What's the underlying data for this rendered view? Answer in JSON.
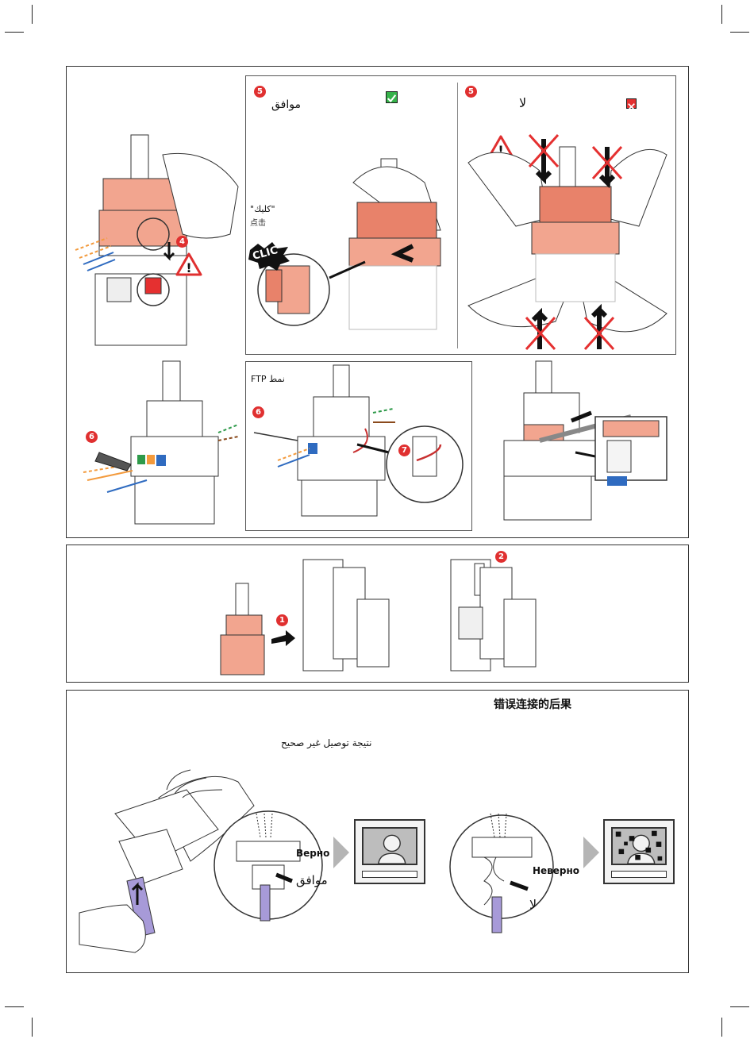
{
  "step_badges": {
    "four": "4",
    "five_ok": "5",
    "five_no": "5",
    "six_a": "6",
    "six_b": "6",
    "seven": "7",
    "one": "1",
    "two": "2"
  },
  "panel_ok": {
    "label_ar": "موافق"
  },
  "panel_no": {
    "label_ar": "لا"
  },
  "click_label": {
    "ar": "\"كليك\"",
    "zh": "点击",
    "clic": "CLIC"
  },
  "ftp_label": "FTP نمط",
  "consequences": {
    "title_zh": "错误连接的后果",
    "title_ar": "نتيجة توصيل غير صحيح",
    "correct_ru": "Верно",
    "correct_ar": "موافق",
    "wrong_ru": "Неверно",
    "wrong_ar": "لا"
  },
  "colors": {
    "accent_red": "#e03030",
    "ok_green": "#36b24a",
    "salmon": "#f2a58f",
    "cable_purple": "#a79ad8",
    "wire_orange": "#f39a3c",
    "wire_blue": "#2f6bc0",
    "wire_green": "#2e9a4a",
    "wire_brown": "#8a4a1c"
  }
}
